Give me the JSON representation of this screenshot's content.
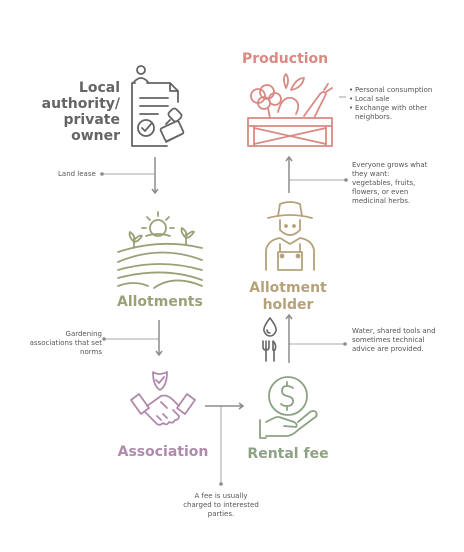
{
  "colors": {
    "gray": "#646464",
    "red": "#d98a84",
    "olive": "#9ca078",
    "tan": "#b5a27b",
    "purple": "#b08aac",
    "green": "#8da283",
    "line": "#8c8c8c"
  },
  "nodes": {
    "authority": {
      "label_lines": [
        "Local",
        "authority/",
        "private",
        "owner"
      ],
      "icon": "contract-stamp-icon"
    },
    "production": {
      "label": "Production",
      "icon": "vegetable-crate-icon"
    },
    "allotments": {
      "label": "Allotments",
      "icon": "sun-fields-icon"
    },
    "holder": {
      "label_lines": [
        "Allotment",
        "holder"
      ],
      "icon": "farmer-icon"
    },
    "association": {
      "label": "Association",
      "icon": "handshake-shield-icon"
    },
    "rental": {
      "label": "Rental fee",
      "icon": "hand-coin-icon"
    }
  },
  "annotations": {
    "land_lease": "Land lease",
    "production_uses": [
      "Personal consumption",
      "Local sale",
      "Exchange with other neighbors."
    ],
    "everyone_grows": "Everyone grows what they want: vegetables, fruits, flowers, or even medicinal herbs.",
    "gardening_associations": "Gardening associations that set norms",
    "resources": "Water, shared tools and sometimes technical advice are provided.",
    "fee_note": "A fee is usually charged to interested parties."
  },
  "resource_icons": [
    "water-drop-icon",
    "garden-tools-icon"
  ]
}
